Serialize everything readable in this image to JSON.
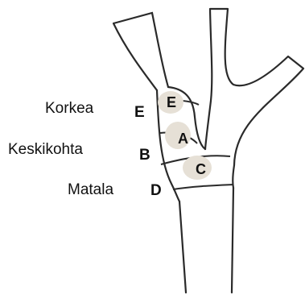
{
  "labels": {
    "high": "Korkea",
    "middle": "Keskikohta",
    "low": "Matala"
  },
  "edge_markers": {
    "high": "E",
    "middle": "B",
    "low": "D"
  },
  "zones": {
    "high": "E",
    "middle": "A",
    "low": "C"
  },
  "colors": {
    "outline": "#2a2a2a",
    "zone_fill": "#e6e0d6",
    "text": "#111111"
  }
}
